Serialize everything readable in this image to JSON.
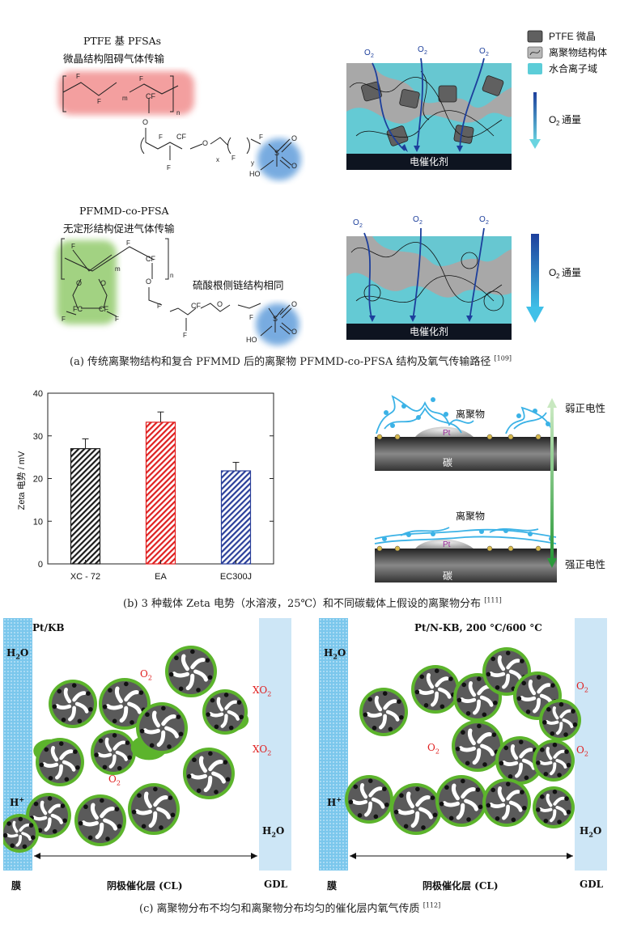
{
  "panel_a": {
    "top_title": "PTFE 基 PFSAs",
    "top_subtitle": "微晶结构阻碍气体传输",
    "bottom_title": "PFMMD-co-PFSA",
    "bottom_subtitle": "无定形结构促进气体传输",
    "same_side_chain": "硫酸根侧链结构相同",
    "legend": {
      "ptfe": "PTFE 微晶",
      "ionomer": "离聚物结构体",
      "water": "水合离子域"
    },
    "o2": "O",
    "o2_sub": "2",
    "flux_label": "通量",
    "catalyst": "电催化剂",
    "formula_labels": {
      "F2": "F",
      "F3": "F",
      "CF": "CF",
      "O": "O",
      "m": "m",
      "n": "n",
      "x": "x",
      "y": "y",
      "S": "S",
      "HO": "HO",
      "FC": "FC"
    },
    "caption": "(a) 传统离聚物结构和复合 PFMMD 后的离聚物 PFMMD-co-PFSA 结构及氧气传输路径",
    "caption_ref": "[109]"
  },
  "panel_b": {
    "ionomer": "离聚物",
    "pt": "Pt",
    "carbon": "碳",
    "weak": "弱正电性",
    "strong": "强正电性",
    "caption": "(b) 3 种载体 Zeta 电势（水溶液，25℃）和不同碳载体上假设的离聚物分布",
    "caption_ref": "[111]"
  },
  "chart_data": {
    "type": "bar",
    "categories": [
      "XC - 72",
      "EA",
      "EC300J"
    ],
    "values": [
      27.0,
      33.2,
      21.8
    ],
    "errors": [
      2.3,
      2.4,
      2.0
    ],
    "colors": [
      "#1a1a1a",
      "#e02020",
      "#2a3f9a"
    ],
    "ylabel": "Zeta 电势 / mV",
    "ylim": [
      0,
      40
    ],
    "yticks": [
      "0",
      "10",
      "20",
      "30",
      "40"
    ]
  },
  "panel_c": {
    "left_title": "Pt/KB",
    "right_title": "Pt/N-KB, 200 °C/600 °C",
    "h2o": "H",
    "h2o_sub": "2",
    "h2o_tail": "O",
    "hplus": "H",
    "hplus_sup": "+",
    "o2": "O",
    "o2_sub": "2",
    "x_mark": "X",
    "membrane": "膜",
    "cl": "阴极催化层 (CL)",
    "gdl": "GDL",
    "caption": "(c) 离聚物分布不均匀和离聚物分布均匀的催化层内氧气传质",
    "caption_ref": "[112]"
  }
}
